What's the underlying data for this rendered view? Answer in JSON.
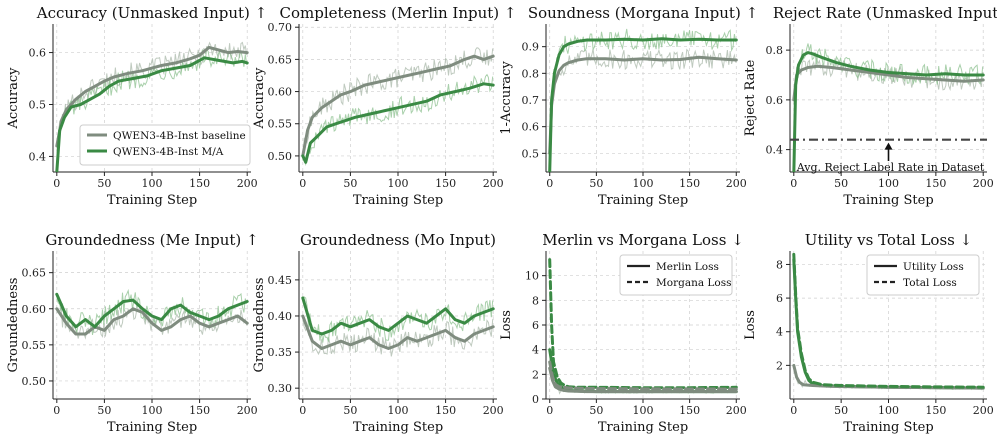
{
  "colors": {
    "baseline": "#7f8c7f",
    "baseline_raw": "#a9b8a9",
    "ma": "#3a8a44",
    "ma_raw": "#8cc08f",
    "refline": "#444444"
  },
  "chart_data": [
    {
      "type": "line",
      "title": "Accuracy (Unmasked Input) ↑",
      "xlabel": "Training Step",
      "ylabel": "Accuracy",
      "xlim": [
        -4,
        204
      ],
      "ylim": [
        0.37,
        0.655
      ],
      "xticks": [
        0,
        50,
        100,
        150,
        200
      ],
      "yticks": [
        0.4,
        0.5,
        0.6
      ],
      "ytick_labels": [
        "0.4",
        "0.5",
        "0.6"
      ],
      "grid": true,
      "legend": {
        "placement": "lower-right",
        "entries": [
          "QWEN3-4B-Inst baseline",
          "QWEN3-4B-Inst M/A"
        ],
        "styles": [
          "baseline",
          "ma"
        ]
      },
      "series": [
        {
          "name": "QWEN3-4B-Inst baseline",
          "style": "baseline",
          "x": [
            0,
            5,
            10,
            20,
            30,
            40,
            50,
            60,
            75,
            90,
            100,
            110,
            125,
            140,
            150,
            160,
            170,
            180,
            190,
            200
          ],
          "values": [
            0.42,
            0.47,
            0.49,
            0.51,
            0.525,
            0.535,
            0.545,
            0.553,
            0.56,
            0.565,
            0.57,
            0.575,
            0.58,
            0.588,
            0.595,
            0.61,
            0.605,
            0.6,
            0.602,
            0.6
          ]
        },
        {
          "name": "QWEN3-4B-Inst M/A",
          "style": "ma",
          "x": [
            0,
            3,
            8,
            15,
            25,
            35,
            45,
            55,
            65,
            80,
            95,
            110,
            125,
            140,
            155,
            170,
            185,
            195,
            200
          ],
          "values": [
            0.37,
            0.45,
            0.475,
            0.495,
            0.5,
            0.51,
            0.52,
            0.535,
            0.545,
            0.55,
            0.555,
            0.565,
            0.57,
            0.575,
            0.59,
            0.585,
            0.58,
            0.583,
            0.58
          ]
        }
      ]
    },
    {
      "type": "line",
      "title": "Completeness (Merlin Input) ↑",
      "xlabel": "Training Step",
      "ylabel": "Accuracy",
      "xlim": [
        -4,
        204
      ],
      "ylim": [
        0.475,
        0.705
      ],
      "xticks": [
        0,
        50,
        100,
        150,
        200
      ],
      "yticks": [
        0.5,
        0.55,
        0.6,
        0.65,
        0.7
      ],
      "ytick_labels": [
        "0.50",
        "0.55",
        "0.60",
        "0.65",
        "0.70"
      ],
      "grid": true,
      "series": [
        {
          "style": "baseline",
          "x": [
            0,
            5,
            10,
            20,
            30,
            40,
            50,
            65,
            80,
            95,
            110,
            125,
            140,
            155,
            170,
            180,
            190,
            200
          ],
          "values": [
            0.5,
            0.54,
            0.56,
            0.575,
            0.585,
            0.595,
            0.6,
            0.61,
            0.615,
            0.62,
            0.625,
            0.63,
            0.635,
            0.64,
            0.65,
            0.655,
            0.65,
            0.655
          ]
        },
        {
          "style": "ma",
          "x": [
            0,
            3,
            8,
            15,
            25,
            35,
            45,
            55,
            70,
            85,
            100,
            115,
            130,
            145,
            160,
            175,
            190,
            200
          ],
          "values": [
            0.5,
            0.49,
            0.52,
            0.53,
            0.545,
            0.55,
            0.555,
            0.56,
            0.565,
            0.57,
            0.575,
            0.58,
            0.585,
            0.595,
            0.6,
            0.605,
            0.612,
            0.61
          ]
        }
      ]
    },
    {
      "type": "line",
      "title": "Soundness (Morgana Input) ↑",
      "xlabel": "Training Step",
      "ylabel": "1-Accuracy",
      "xlim": [
        -4,
        204
      ],
      "ylim": [
        0.43,
        0.985
      ],
      "xticks": [
        0,
        50,
        100,
        150,
        200
      ],
      "yticks": [
        0.5,
        0.6,
        0.7,
        0.8,
        0.9
      ],
      "ytick_labels": [
        "0.5",
        "0.6",
        "0.7",
        "0.8",
        "0.9"
      ],
      "grid": true,
      "series": [
        {
          "style": "baseline",
          "x": [
            0,
            2,
            5,
            10,
            15,
            20,
            30,
            40,
            60,
            80,
            100,
            120,
            140,
            160,
            180,
            200
          ],
          "values": [
            0.5,
            0.68,
            0.76,
            0.81,
            0.83,
            0.84,
            0.85,
            0.855,
            0.855,
            0.85,
            0.855,
            0.85,
            0.852,
            0.86,
            0.855,
            0.85
          ]
        },
        {
          "style": "ma",
          "x": [
            0,
            2,
            5,
            10,
            15,
            20,
            30,
            40,
            60,
            80,
            100,
            120,
            140,
            160,
            180,
            200
          ],
          "values": [
            0.43,
            0.7,
            0.8,
            0.87,
            0.9,
            0.91,
            0.92,
            0.925,
            0.925,
            0.928,
            0.925,
            0.93,
            0.925,
            0.928,
            0.925,
            0.925
          ]
        }
      ]
    },
    {
      "type": "line",
      "title": "Reject Rate (Unmasked Input)",
      "xlabel": "Training Step",
      "ylabel": "Reject Rate",
      "xlim": [
        -4,
        204
      ],
      "ylim": [
        0.31,
        0.905
      ],
      "xticks": [
        0,
        50,
        100,
        150,
        200
      ],
      "yticks": [
        0.4,
        0.6,
        0.8
      ],
      "ytick_labels": [
        "0.4",
        "0.6",
        "0.8"
      ],
      "grid": true,
      "hline": {
        "y": 0.44,
        "label": "Avg. Reject Label Rate in Dataset",
        "arrow_x": 100
      },
      "series": [
        {
          "style": "baseline",
          "x": [
            0,
            3,
            8,
            15,
            25,
            40,
            60,
            80,
            100,
            120,
            140,
            160,
            180,
            200
          ],
          "values": [
            0.6,
            0.7,
            0.72,
            0.73,
            0.735,
            0.73,
            0.72,
            0.71,
            0.7,
            0.69,
            0.685,
            0.68,
            0.675,
            0.68
          ]
        },
        {
          "style": "ma",
          "x": [
            0,
            2,
            5,
            10,
            15,
            20,
            30,
            45,
            60,
            80,
            100,
            120,
            140,
            160,
            180,
            200
          ],
          "values": [
            0.3,
            0.66,
            0.74,
            0.78,
            0.79,
            0.785,
            0.77,
            0.75,
            0.735,
            0.72,
            0.71,
            0.705,
            0.7,
            0.705,
            0.7,
            0.7
          ]
        }
      ]
    },
    {
      "type": "line",
      "title": "Groundedness (Me Input) ↑",
      "xlabel": "Training Step",
      "ylabel": "Groundedness",
      "xlim": [
        -4,
        204
      ],
      "ylim": [
        0.475,
        0.68
      ],
      "xticks": [
        0,
        50,
        100,
        150,
        200
      ],
      "yticks": [
        0.5,
        0.55,
        0.6,
        0.65
      ],
      "ytick_labels": [
        "0.50",
        "0.55",
        "0.60",
        "0.65"
      ],
      "grid": true,
      "series": [
        {
          "style": "baseline",
          "x": [
            0,
            10,
            20,
            30,
            40,
            50,
            60,
            70,
            80,
            90,
            100,
            110,
            120,
            130,
            140,
            150,
            160,
            170,
            180,
            190,
            200
          ],
          "values": [
            0.6,
            0.58,
            0.565,
            0.565,
            0.575,
            0.57,
            0.585,
            0.59,
            0.6,
            0.595,
            0.58,
            0.57,
            0.575,
            0.585,
            0.59,
            0.58,
            0.575,
            0.58,
            0.585,
            0.59,
            0.58
          ]
        },
        {
          "style": "ma",
          "x": [
            0,
            10,
            20,
            30,
            40,
            50,
            60,
            70,
            80,
            90,
            100,
            110,
            120,
            130,
            140,
            150,
            160,
            170,
            180,
            190,
            200
          ],
          "values": [
            0.62,
            0.59,
            0.575,
            0.585,
            0.575,
            0.59,
            0.6,
            0.61,
            0.612,
            0.6,
            0.59,
            0.585,
            0.6,
            0.605,
            0.595,
            0.59,
            0.585,
            0.59,
            0.6,
            0.605,
            0.61
          ]
        }
      ]
    },
    {
      "type": "line",
      "title": "Groundedness (Mo Input)",
      "xlabel": "Training Step",
      "ylabel": "Groundedness",
      "xlim": [
        -4,
        204
      ],
      "ylim": [
        0.285,
        0.49
      ],
      "xticks": [
        0,
        50,
        100,
        150,
        200
      ],
      "yticks": [
        0.3,
        0.35,
        0.4,
        0.45
      ],
      "ytick_labels": [
        "0.30",
        "0.35",
        "0.40",
        "0.45"
      ],
      "grid": true,
      "series": [
        {
          "style": "baseline",
          "x": [
            0,
            10,
            20,
            30,
            40,
            50,
            60,
            70,
            80,
            90,
            100,
            110,
            120,
            130,
            140,
            150,
            160,
            170,
            180,
            190,
            200
          ],
          "values": [
            0.4,
            0.365,
            0.355,
            0.36,
            0.365,
            0.36,
            0.365,
            0.37,
            0.36,
            0.355,
            0.36,
            0.37,
            0.365,
            0.37,
            0.375,
            0.38,
            0.37,
            0.365,
            0.375,
            0.38,
            0.385
          ]
        },
        {
          "style": "ma",
          "x": [
            0,
            10,
            20,
            30,
            40,
            50,
            60,
            70,
            80,
            90,
            100,
            110,
            120,
            130,
            140,
            150,
            160,
            170,
            180,
            190,
            200
          ],
          "values": [
            0.425,
            0.38,
            0.375,
            0.38,
            0.39,
            0.385,
            0.39,
            0.395,
            0.385,
            0.38,
            0.39,
            0.4,
            0.395,
            0.39,
            0.4,
            0.41,
            0.395,
            0.39,
            0.4,
            0.405,
            0.41
          ]
        }
      ]
    },
    {
      "type": "line",
      "title": "Merlin vs Morgana Loss ↓",
      "xlabel": "Training Step",
      "ylabel": "Loss",
      "xlim": [
        -4,
        204
      ],
      "ylim": [
        0,
        12
      ],
      "xticks": [
        0,
        50,
        100,
        150,
        200
      ],
      "yticks": [
        0,
        2,
        4,
        6,
        8,
        10
      ],
      "ytick_labels": [
        "0",
        "2",
        "4",
        "6",
        "8",
        "10"
      ],
      "grid": true,
      "legend": {
        "placement": "top-right",
        "entries": [
          "Merlin Loss",
          "Morgana Loss"
        ],
        "styles": [
          "solid",
          "dashed"
        ]
      },
      "series": [
        {
          "name": "Merlin Loss",
          "style": "ma",
          "dash": false,
          "x": [
            0,
            2,
            4,
            8,
            12,
            16,
            20,
            30,
            50,
            100,
            150,
            200
          ],
          "values": [
            4.0,
            3.0,
            2.0,
            1.3,
            1.0,
            0.8,
            0.7,
            0.65,
            0.6,
            0.6,
            0.6,
            0.6
          ]
        },
        {
          "name": "Merlin Loss",
          "style": "baseline",
          "dash": false,
          "x": [
            0,
            3,
            6,
            10,
            15,
            20,
            40,
            100,
            200
          ],
          "values": [
            2.5,
            1.5,
            1.0,
            0.8,
            0.7,
            0.65,
            0.6,
            0.6,
            0.6
          ]
        },
        {
          "name": "Morgana Loss",
          "style": "ma",
          "dash": true,
          "x": [
            0,
            2,
            4,
            8,
            12,
            16,
            20,
            30,
            50,
            100,
            150,
            200
          ],
          "values": [
            11.3,
            6.0,
            3.0,
            1.8,
            1.3,
            1.1,
            1.0,
            0.95,
            0.95,
            0.92,
            0.92,
            0.95
          ]
        },
        {
          "name": "Morgana Loss",
          "style": "baseline",
          "dash": true,
          "x": [
            0,
            3,
            6,
            10,
            20,
            40,
            100,
            200
          ],
          "values": [
            3.0,
            1.8,
            1.2,
            1.0,
            0.9,
            0.85,
            0.82,
            0.8
          ]
        }
      ]
    },
    {
      "type": "line",
      "title": "Utility vs Total Loss ↓",
      "xlabel": "Training Step",
      "ylabel": "Loss",
      "xlim": [
        -4,
        204
      ],
      "ylim": [
        0,
        8.8
      ],
      "xticks": [
        0,
        50,
        100,
        150,
        200
      ],
      "yticks": [
        2,
        4,
        6,
        8
      ],
      "ytick_labels": [
        "2",
        "4",
        "6",
        "8"
      ],
      "grid": true,
      "legend": {
        "placement": "top-right",
        "entries": [
          "Utility Loss",
          "Total Loss"
        ],
        "styles": [
          "solid",
          "dashed"
        ]
      },
      "series": [
        {
          "name": "Utility Loss",
          "style": "ma",
          "dash": false,
          "x": [
            0,
            2,
            4,
            8,
            12,
            16,
            20,
            30,
            50,
            100,
            150,
            200
          ],
          "values": [
            8.3,
            6.0,
            4.0,
            2.5,
            1.6,
            1.1,
            0.9,
            0.8,
            0.75,
            0.7,
            0.68,
            0.65
          ]
        },
        {
          "name": "Utility Loss",
          "style": "baseline",
          "dash": false,
          "x": [
            0,
            3,
            6,
            10,
            20,
            40,
            100,
            200
          ],
          "values": [
            2.0,
            1.3,
            1.0,
            0.85,
            0.8,
            0.75,
            0.7,
            0.65
          ]
        },
        {
          "name": "Total Loss",
          "style": "ma",
          "dash": true,
          "x": [
            0,
            2,
            4,
            8,
            12,
            16,
            20,
            30,
            50,
            100,
            150,
            200
          ],
          "values": [
            8.6,
            6.2,
            4.2,
            2.7,
            1.7,
            1.2,
            1.0,
            0.85,
            0.8,
            0.75,
            0.72,
            0.7
          ]
        }
      ]
    }
  ]
}
